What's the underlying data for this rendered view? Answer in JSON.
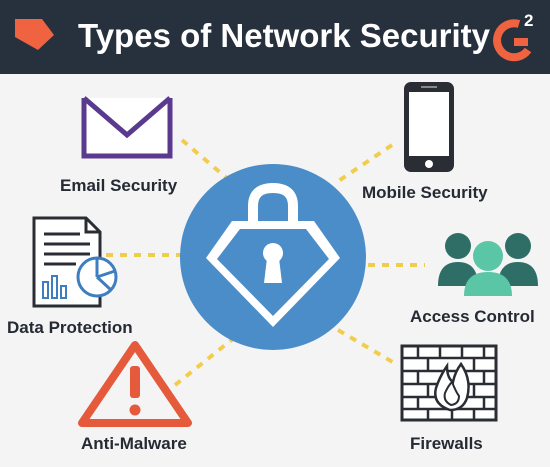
{
  "header": {
    "title": "Types of Network Security"
  },
  "colors": {
    "header_bg": "#27313d",
    "background": "#f4f4f4",
    "center_circle": "#4a8dc8",
    "connector": "#f2cd4d",
    "envelope": "#5a3a8f",
    "warning": "#e65a3c",
    "people": "#2f6e67",
    "people_front": "#5bc6a6",
    "chart_accent": "#3d7dc0",
    "text": "#252a33"
  },
  "icons": {
    "center": "lock-shield-icon",
    "email": "envelope-icon",
    "mobile": "smartphone-icon",
    "data": "document-chart-icon",
    "access": "people-group-icon",
    "malware": "warning-triangle-icon",
    "firewall": "brick-wall-fire-icon"
  },
  "items": {
    "email": "Email Security",
    "mobile": "Mobile Security",
    "data": "Data Protection",
    "access": "Access Control",
    "malware": "Anti-Malware",
    "firewall": "Firewalls"
  }
}
